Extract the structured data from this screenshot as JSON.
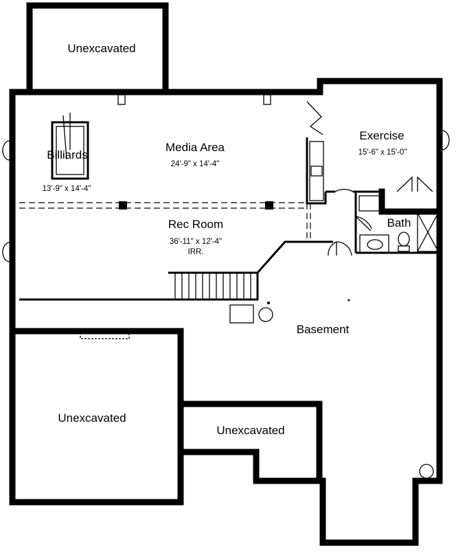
{
  "rooms": {
    "unexcavated_top": {
      "name": "Unexcavated"
    },
    "media_area": {
      "name": "Media Area",
      "dims": "24'-9\" x 14'-4\""
    },
    "billiards": {
      "name": "Billiards",
      "dims": "13'-9\" x 14'-4\""
    },
    "exercise": {
      "name": "Exercise",
      "dims": "15'-6\" x 15'-0\""
    },
    "bath": {
      "name": "Bath"
    },
    "rec_room": {
      "name": "Rec Room",
      "dims": "36'-11\" x 12'-4\"",
      "note": "IRR."
    },
    "basement": {
      "name": "Basement"
    },
    "unexcavated_left": {
      "name": "Unexcavated"
    },
    "unexcavated_center": {
      "name": "Unexcavated"
    }
  }
}
